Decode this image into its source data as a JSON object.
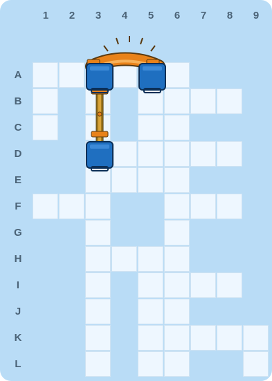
{
  "board": {
    "columns": [
      "1",
      "2",
      "3",
      "4",
      "5",
      "6",
      "7",
      "8",
      "9"
    ],
    "rows": [
      "A",
      "B",
      "C",
      "D",
      "E",
      "F",
      "G",
      "H",
      "I",
      "J",
      "K",
      "L"
    ],
    "cells": [
      [
        "A",
        1
      ],
      [
        "A",
        2
      ],
      [
        "A",
        3
      ],
      [
        "A",
        4
      ],
      [
        "A",
        5
      ],
      [
        "A",
        6
      ],
      [
        "B",
        1
      ],
      [
        "B",
        3
      ],
      [
        "B",
        5
      ],
      [
        "B",
        6
      ],
      [
        "B",
        7
      ],
      [
        "B",
        8
      ],
      [
        "C",
        1
      ],
      [
        "C",
        3
      ],
      [
        "C",
        5
      ],
      [
        "C",
        6
      ],
      [
        "D",
        3
      ],
      [
        "D",
        4
      ],
      [
        "D",
        5
      ],
      [
        "D",
        6
      ],
      [
        "D",
        7
      ],
      [
        "D",
        8
      ],
      [
        "E",
        3
      ],
      [
        "E",
        4
      ],
      [
        "E",
        5
      ],
      [
        "E",
        6
      ],
      [
        "F",
        1
      ],
      [
        "F",
        2
      ],
      [
        "F",
        3
      ],
      [
        "F",
        6
      ],
      [
        "F",
        7
      ],
      [
        "F",
        8
      ],
      [
        "G",
        3
      ],
      [
        "G",
        6
      ],
      [
        "H",
        3
      ],
      [
        "H",
        4
      ],
      [
        "H",
        5
      ],
      [
        "H",
        6
      ],
      [
        "I",
        3
      ],
      [
        "I",
        5
      ],
      [
        "I",
        6
      ],
      [
        "I",
        7
      ],
      [
        "I",
        8
      ],
      [
        "J",
        3
      ],
      [
        "J",
        5
      ],
      [
        "J",
        6
      ],
      [
        "K",
        3
      ],
      [
        "K",
        5
      ],
      [
        "K",
        6
      ],
      [
        "K",
        7
      ],
      [
        "K",
        8
      ],
      [
        "K",
        9
      ],
      [
        "L",
        3
      ],
      [
        "L",
        5
      ],
      [
        "L",
        6
      ],
      [
        "L",
        9
      ]
    ]
  },
  "colors": {
    "board_bg": "#b9dcf6",
    "cell": "#eef7ff",
    "block_blue": "#1f6fc0",
    "connector_orange": "#e8821a"
  },
  "pieces": {
    "blocks": [
      {
        "row": "A",
        "col": 3
      },
      {
        "row": "A",
        "col": 5
      },
      {
        "row": "D",
        "col": 3
      }
    ],
    "arch_connector": {
      "from": [
        "A",
        3
      ],
      "to": [
        "A",
        5
      ],
      "icon": "arch-connector-icon"
    },
    "rod_connector": {
      "from": [
        "A",
        3
      ],
      "to": [
        "D",
        3
      ],
      "icon": "rod-connector-icon"
    }
  }
}
